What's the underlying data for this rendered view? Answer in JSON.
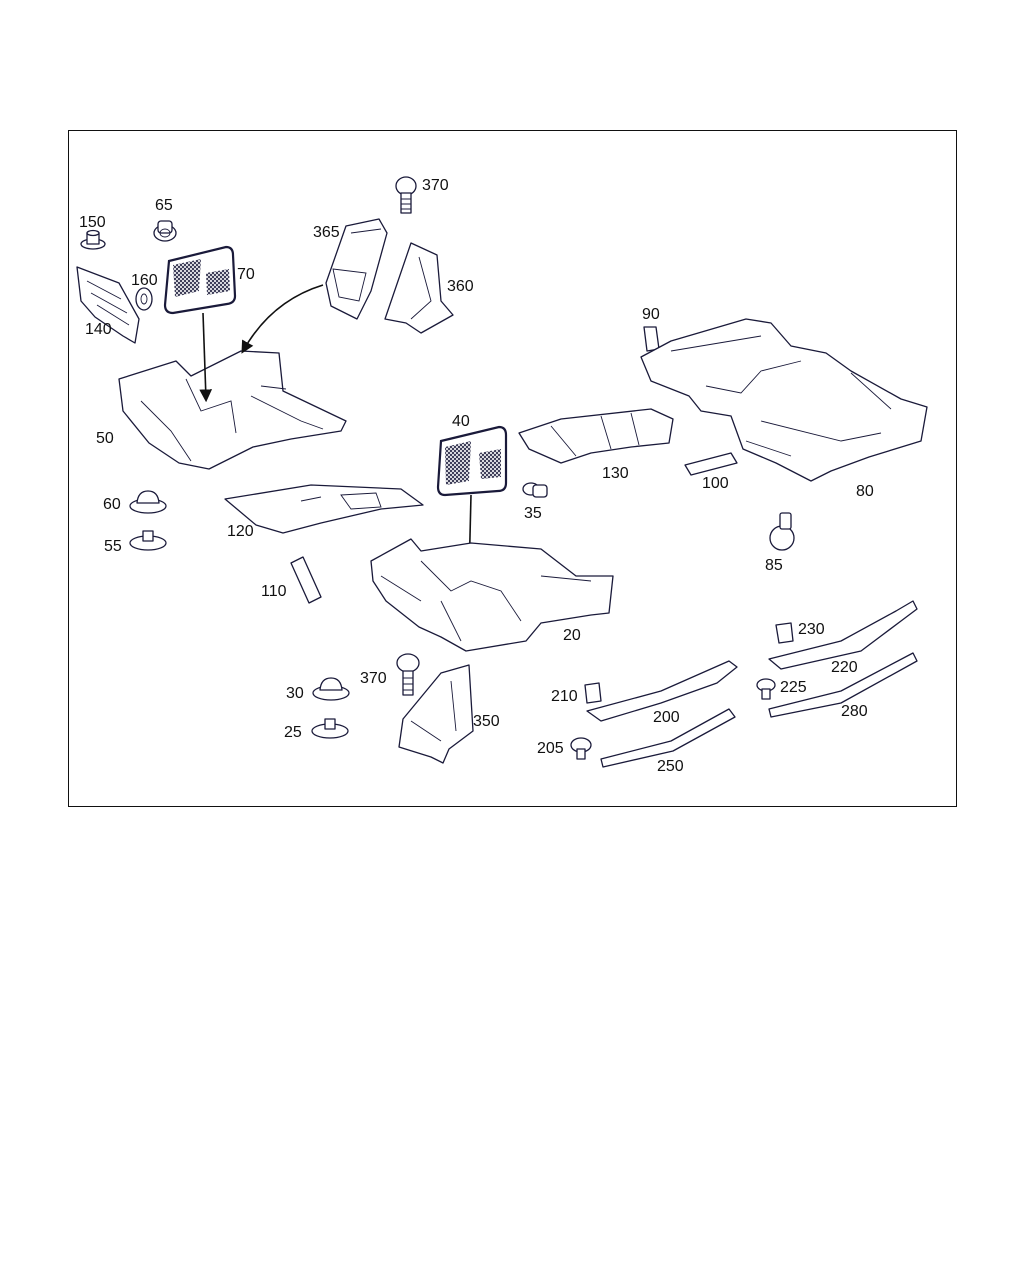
{
  "diagram": {
    "callouts": [
      {
        "id": "150",
        "text": "150"
      },
      {
        "id": "65",
        "text": "65"
      },
      {
        "id": "160",
        "text": "160"
      },
      {
        "id": "70",
        "text": "70"
      },
      {
        "id": "140",
        "text": "140"
      },
      {
        "id": "370-top",
        "text": "370"
      },
      {
        "id": "365",
        "text": "365"
      },
      {
        "id": "360",
        "text": "360"
      },
      {
        "id": "90",
        "text": "90"
      },
      {
        "id": "50",
        "text": "50"
      },
      {
        "id": "40",
        "text": "40"
      },
      {
        "id": "130",
        "text": "130"
      },
      {
        "id": "100",
        "text": "100"
      },
      {
        "id": "80",
        "text": "80"
      },
      {
        "id": "60",
        "text": "60"
      },
      {
        "id": "35",
        "text": "35"
      },
      {
        "id": "120",
        "text": "120"
      },
      {
        "id": "55",
        "text": "55"
      },
      {
        "id": "85",
        "text": "85"
      },
      {
        "id": "110",
        "text": "110"
      },
      {
        "id": "20",
        "text": "20"
      },
      {
        "id": "230",
        "text": "230"
      },
      {
        "id": "220",
        "text": "220"
      },
      {
        "id": "370-bottom",
        "text": "370"
      },
      {
        "id": "30",
        "text": "30"
      },
      {
        "id": "210",
        "text": "210"
      },
      {
        "id": "225",
        "text": "225"
      },
      {
        "id": "350",
        "text": "350"
      },
      {
        "id": "200",
        "text": "200"
      },
      {
        "id": "280",
        "text": "280"
      },
      {
        "id": "25",
        "text": "25"
      },
      {
        "id": "205",
        "text": "205"
      },
      {
        "id": "250",
        "text": "250"
      }
    ]
  }
}
